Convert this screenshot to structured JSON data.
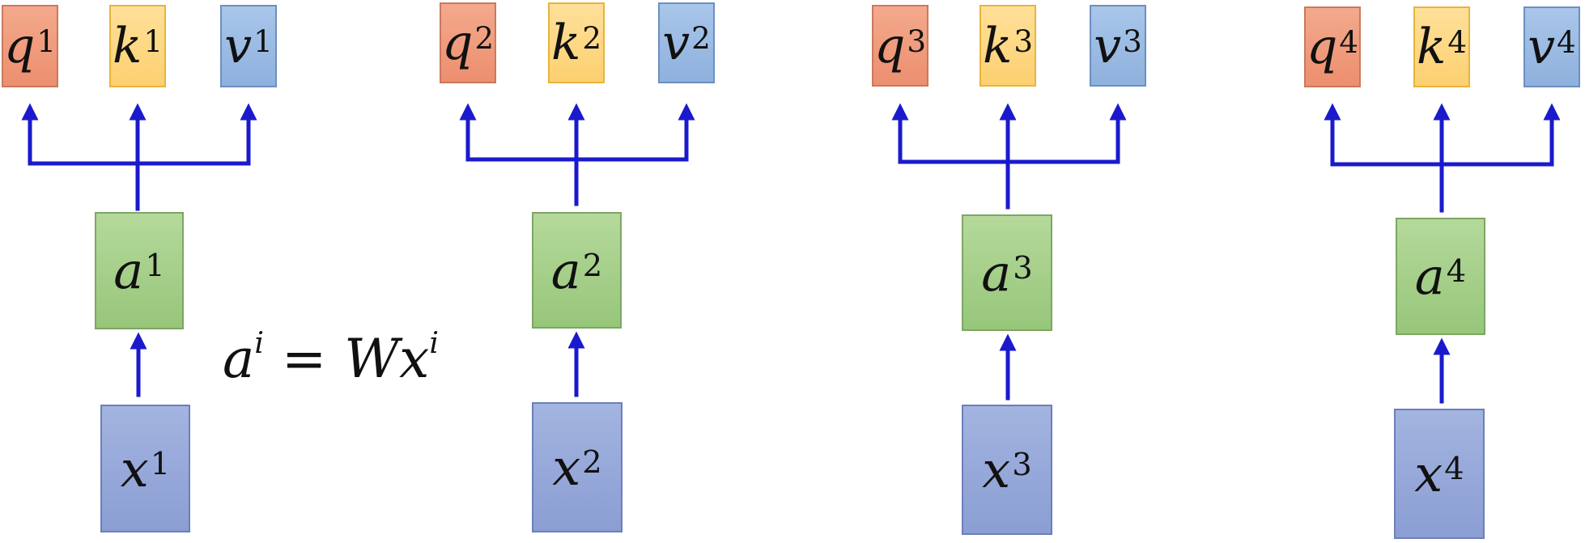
{
  "groups": [
    {
      "q": "q",
      "k": "k",
      "v": "v",
      "a": "a",
      "x": "x",
      "sup": "1"
    },
    {
      "q": "q",
      "k": "k",
      "v": "v",
      "a": "a",
      "x": "x",
      "sup": "2"
    },
    {
      "q": "q",
      "k": "k",
      "v": "v",
      "a": "a",
      "x": "x",
      "sup": "3"
    },
    {
      "q": "q",
      "k": "k",
      "v": "v",
      "a": "a",
      "x": "x",
      "sup": "4"
    }
  ],
  "formula": {
    "lhs": "a",
    "lhs_sup": "i",
    "eq": "=",
    "rhs": "Wx",
    "rhs_sup": "i"
  },
  "colors": {
    "arrow": "#1a1acc",
    "q": "#f19a7c",
    "k": "#fdd680",
    "v": "#9dbce4",
    "a": "#a7d08a",
    "x": "#97a9da"
  }
}
